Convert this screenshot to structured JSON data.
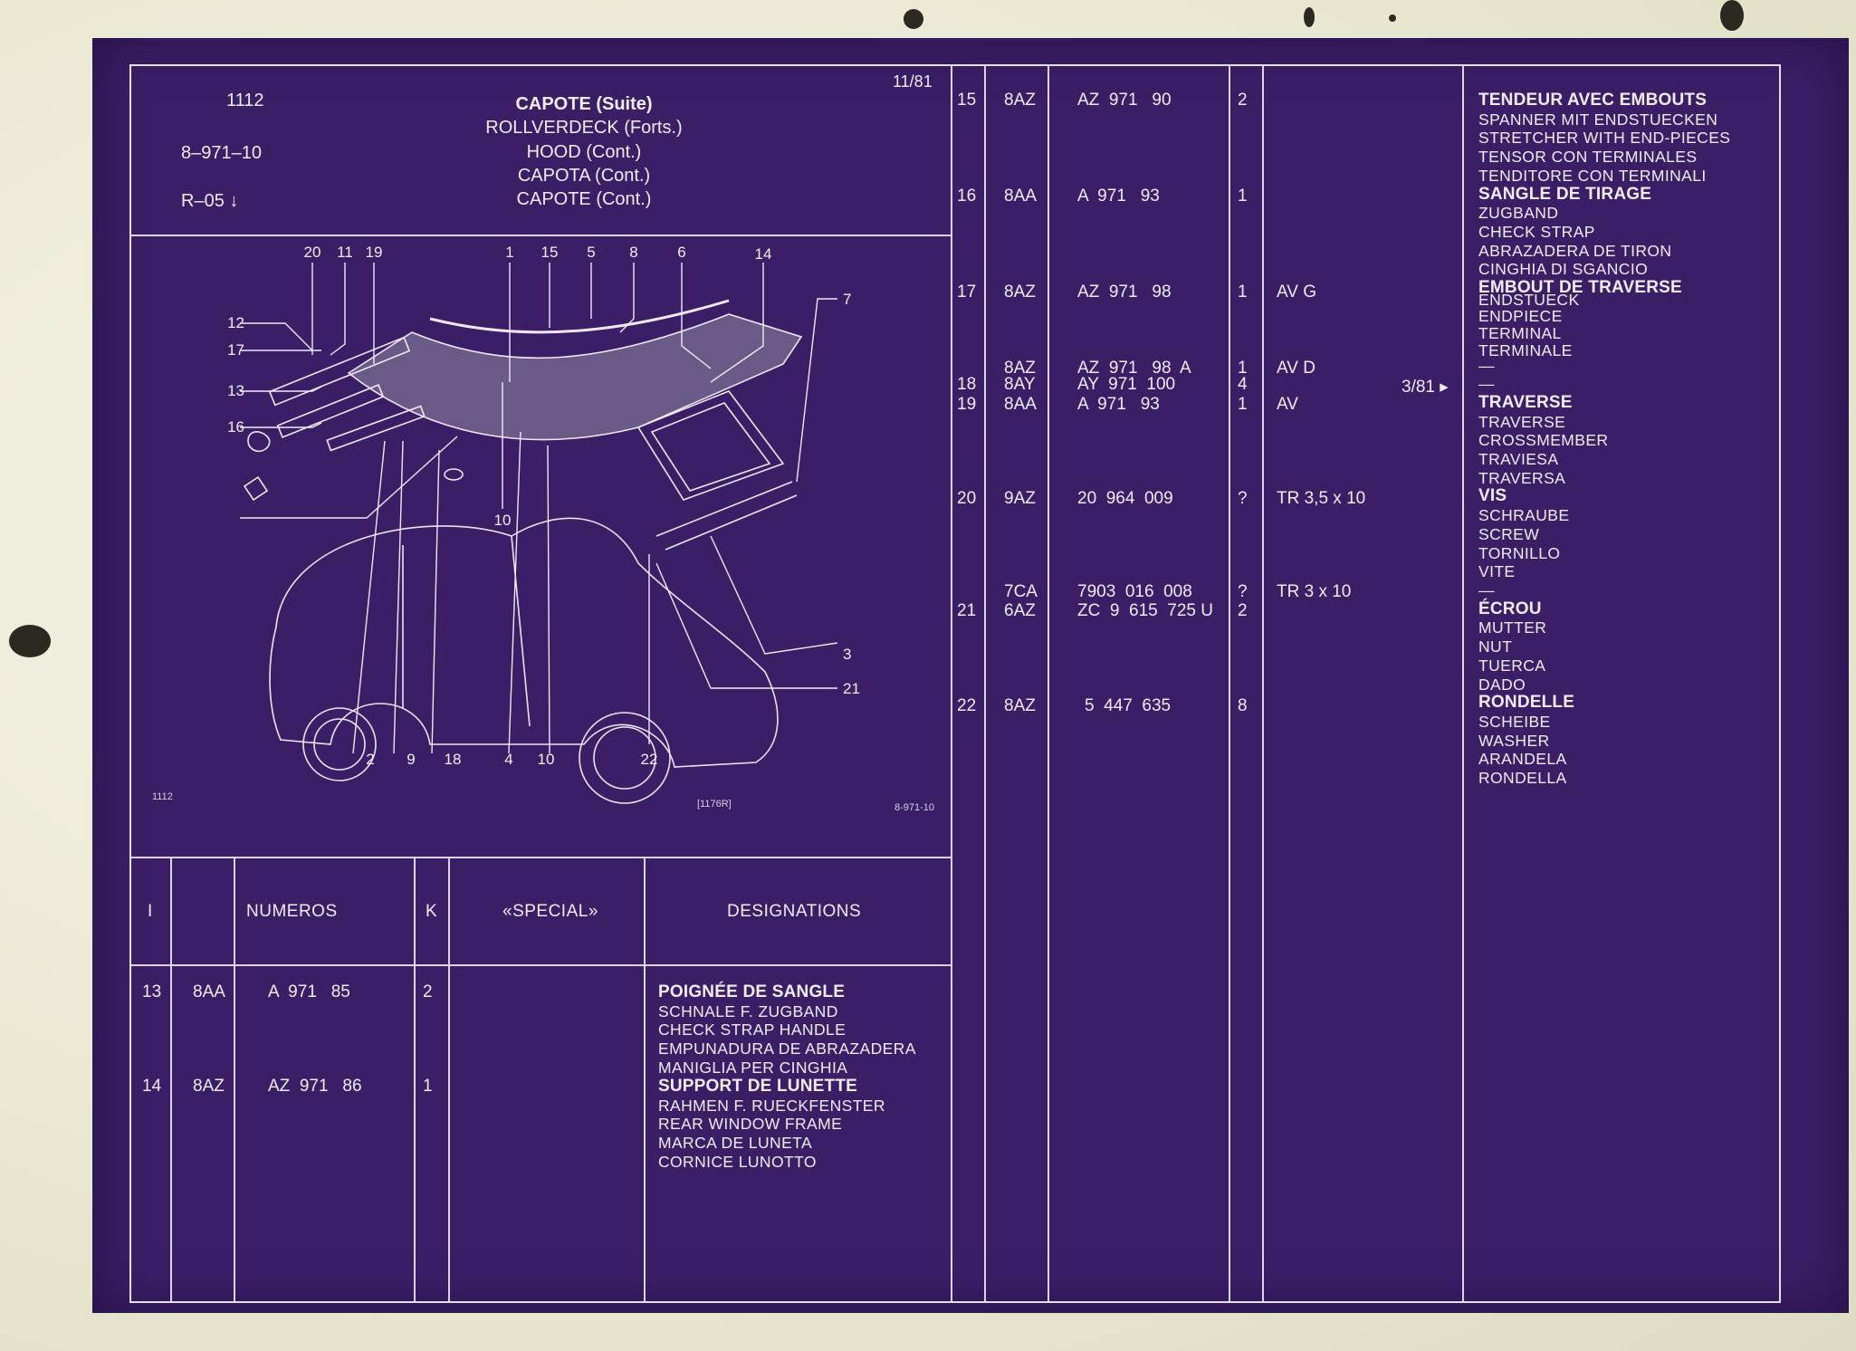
{
  "header": {
    "section": "1112",
    "date": "11/81",
    "ref": "8–971–10",
    "rev": "R–05",
    "rev_arrow": "↓",
    "titles": [
      "CAPOTE (Suite)",
      "ROLLVERDECK (Forts.)",
      "HOOD (Cont.)",
      "CAPOTA (Cont.)",
      "CAPOTE (Cont.)"
    ]
  },
  "drawing": {
    "footer_left": "1112",
    "footer_mid": "[1176R]",
    "footer_right": "8-971-10",
    "callouts": [
      "20",
      "11",
      "19",
      "1",
      "15",
      "5",
      "8",
      "6",
      "14",
      "7",
      "12",
      "17",
      "13",
      "16",
      "10",
      "3",
      "21",
      "22",
      "2",
      "9",
      "18",
      "4",
      "10"
    ]
  },
  "columns": {
    "index": "I",
    "numeros": "NUMEROS",
    "k": "K",
    "special": "«SPECIAL»",
    "designations": "DESIGNATIONS"
  },
  "left_rows": [
    {
      "idx": "13",
      "code": "8AA",
      "num": "A  971   85",
      "k": "2",
      "desc": [
        "POIGNÉE DE SANGLE",
        "SCHNALE F. ZUGBAND",
        "CHECK STRAP HANDLE",
        "EMPUNADURA DE ABRAZADERA",
        "MANIGLIA PER CINGHIA"
      ]
    },
    {
      "idx": "14",
      "code": "8AZ",
      "num": "AZ  971   86",
      "k": "1",
      "desc": [
        "SUPPORT DE LUNETTE",
        "RAHMEN F. RUECKFENSTER",
        "REAR WINDOW FRAME",
        "MARCA DE LUNETA",
        "CORNICE LUNOTTO"
      ]
    }
  ],
  "right_rows": [
    {
      "idx": "15",
      "code": "8AZ",
      "num": "AZ  971   90",
      "k": "2",
      "special": ""
    },
    {
      "idx": "16",
      "code": "8AA",
      "num": "A  971   93",
      "k": "1",
      "special": ""
    },
    {
      "idx": "17",
      "code": "8AZ",
      "num": "AZ  971   98",
      "k": "1",
      "special": "AV G"
    },
    {
      "idx": "",
      "code": "8AZ",
      "num": "AZ  971   98  A",
      "k": "1",
      "special": "AV D"
    },
    {
      "idx": "18",
      "code": "8AY",
      "num": "AY  971  100",
      "k": "4",
      "special": ""
    },
    {
      "idx": "19",
      "code": "8AA",
      "num": "A  971   93",
      "k": "1",
      "special": "AV"
    },
    {
      "idx": "20",
      "code": "9AZ",
      "num": "20  964  009",
      "k": "?",
      "special": "TR 3,5 x 10"
    },
    {
      "idx": "",
      "code": "7CA",
      "num": "7903  016  008",
      "k": "?",
      "special": "TR 3 x 10"
    },
    {
      "idx": "21",
      "code": "6AZ",
      "num": "ZC  9  615  725 U",
      "k": "2",
      "special": ""
    },
    {
      "idx": "22",
      "code": "8AZ",
      "num": "5  447  635",
      "k": "8",
      "special": ""
    }
  ],
  "ref_mark": "3/81 ▸",
  "right_desc": [
    [
      "TENDEUR AVEC EMBOUTS",
      "SPANNER MIT ENDSTUECKEN",
      "STRETCHER WITH END-PIECES",
      "TENSOR CON TERMINALES",
      "TENDITORE CON TERMINALI"
    ],
    [
      "SANGLE DE TIRAGE",
      "ZUGBAND",
      "CHECK STRAP",
      "ABRAZADERA DE TIRON",
      "CINGHIA DI SGANCIO"
    ],
    [
      "EMBOUT DE TRAVERSE",
      "ENDSTUECK",
      "ENDPIECE",
      "TERMINAL",
      "TERMINALE",
      "—"
    ],
    [
      "—"
    ],
    [
      "TRAVERSE",
      "TRAVERSE",
      "CROSSMEMBER",
      "TRAVIESA",
      "TRAVERSA"
    ],
    [
      "VIS",
      "SCHRAUBE",
      "SCREW",
      "TORNILLO",
      "VITE",
      "—"
    ],
    [
      "ÉCROU",
      "MUTTER",
      "NUT",
      "TUERCA",
      "DADO"
    ],
    [
      "RONDELLE",
      "SCHEIBE",
      "WASHER",
      "ARANDELA",
      "RONDELLA"
    ]
  ]
}
